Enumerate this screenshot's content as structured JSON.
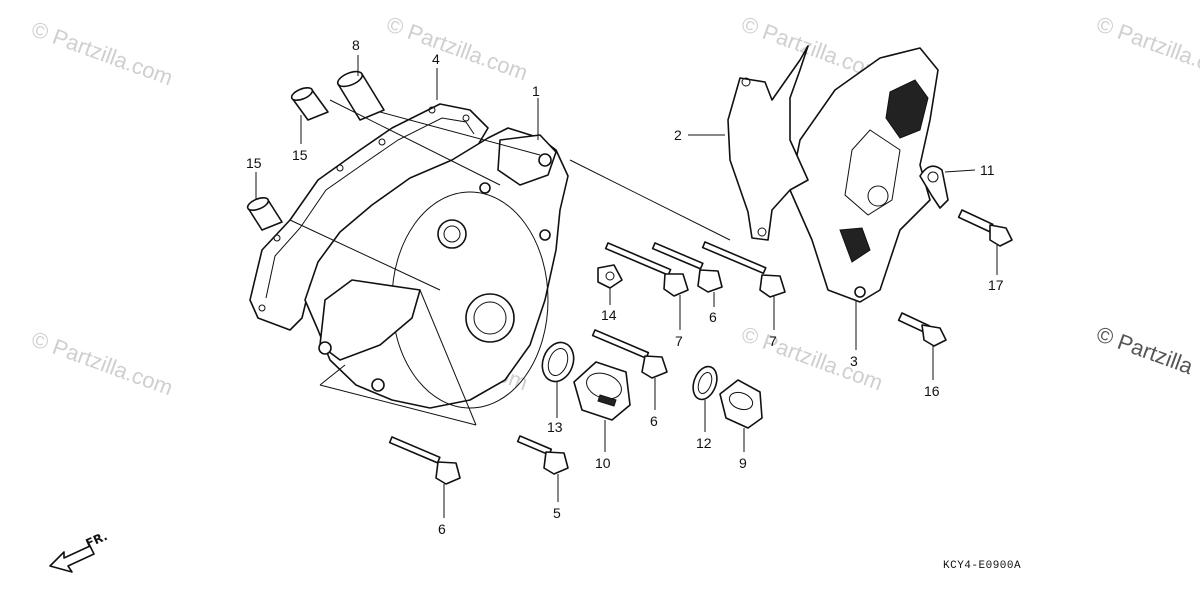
{
  "watermark": {
    "text": "© Partzilla.com",
    "partial_text": "© Partzilla"
  },
  "diagram_code": "KCY4-E0900A",
  "direction_label": "FR.",
  "callouts": {
    "c1": "1",
    "c2": "2",
    "c3": "3",
    "c4": "4",
    "c5": "5",
    "c6a": "6",
    "c6b": "6",
    "c6c": "6",
    "c7a": "7",
    "c7b": "7",
    "c8": "8",
    "c9": "9",
    "c10": "10",
    "c11": "11",
    "c12": "12",
    "c13": "13",
    "c14": "14",
    "c15a": "15",
    "c15b": "15",
    "c16": "16",
    "c17": "17"
  }
}
